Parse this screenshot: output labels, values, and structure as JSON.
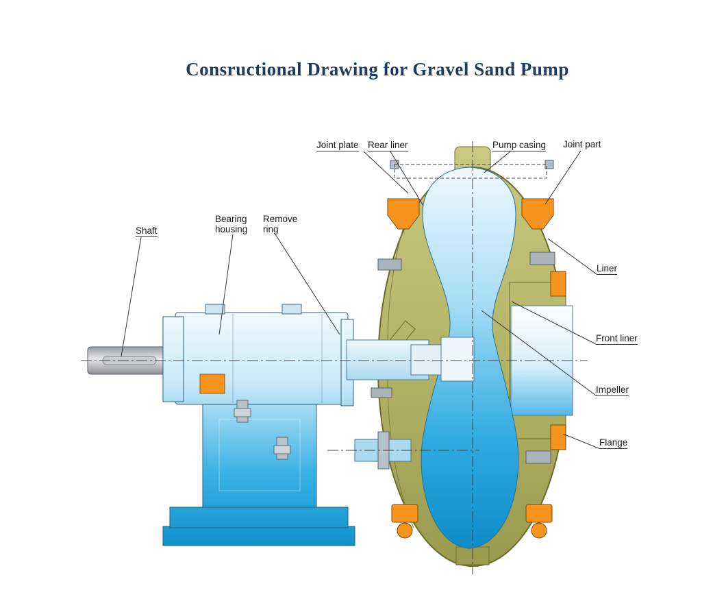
{
  "title": "Consructional Drawing for Gravel Sand Pump",
  "labels": {
    "joint_plate": "Joint plate",
    "rear_liner": "Rear liner",
    "pump_casing": "Pump casing",
    "joint_part": "Joint part",
    "shaft": "Shaft",
    "bearing_housing_line1": "Bearing",
    "bearing_housing_line2": "housing",
    "remove_ring_line1": "Remove",
    "remove_ring_line2": "ring",
    "liner": "Liner",
    "front_liner": "Front liner",
    "impeller": "Impeller",
    "flange": "Flange"
  },
  "colors": {
    "title_navy": "#1c3b5e",
    "body_blue": "#29abe2",
    "casing_olive": "#b3b465",
    "joint_orange": "#f7941d",
    "label_text": "#1a1a1a"
  }
}
